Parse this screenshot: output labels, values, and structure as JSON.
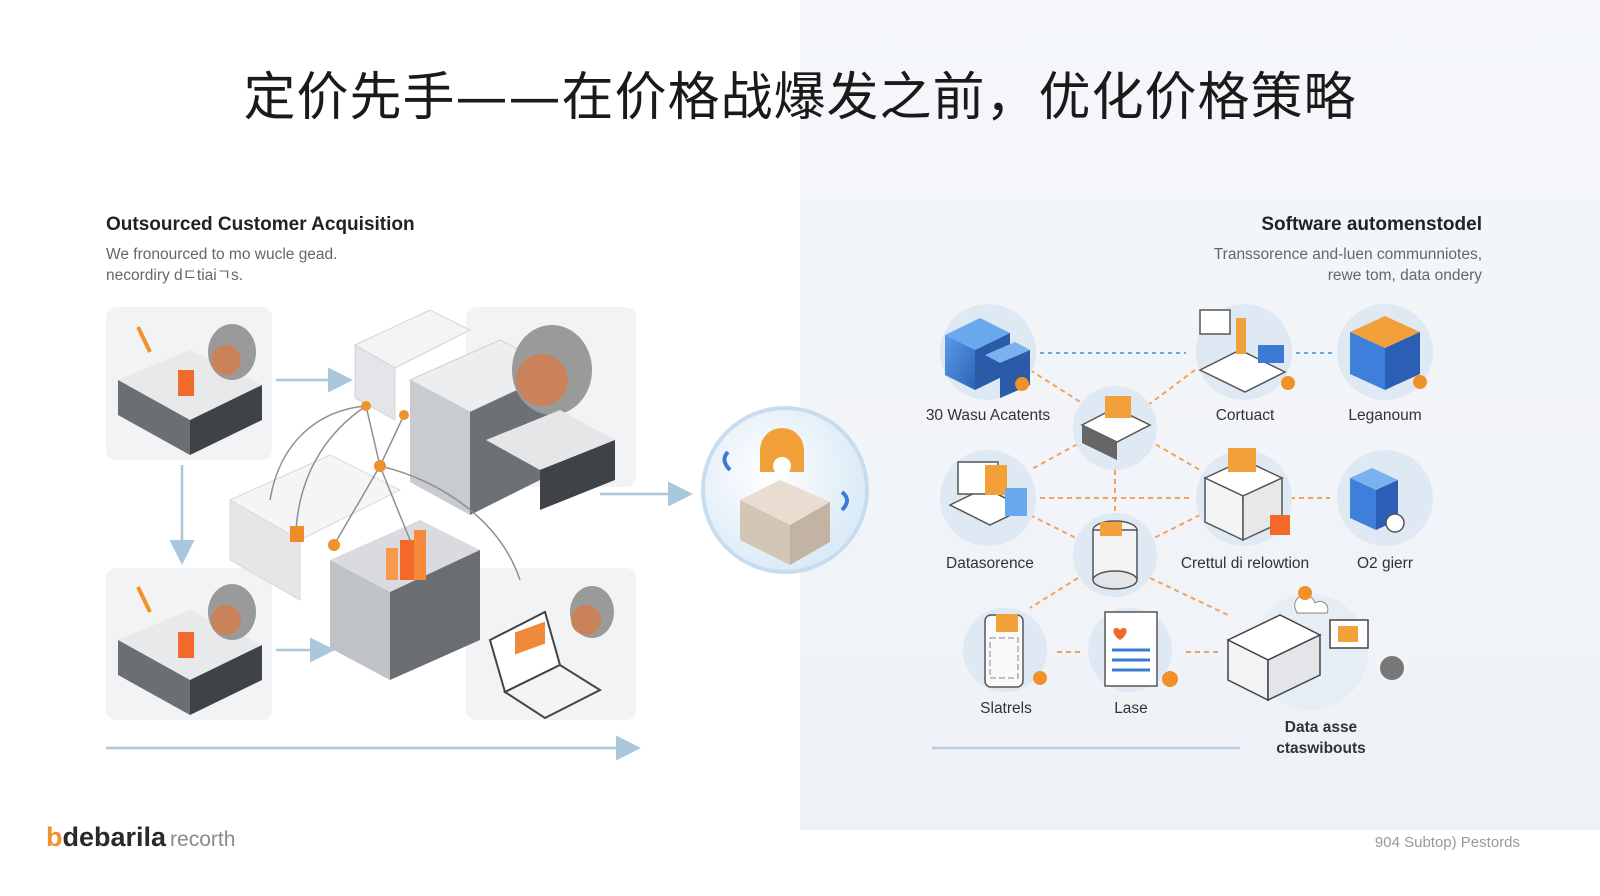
{
  "title": "定价先手——在价格战爆发之前，优化价格策略",
  "left_section": {
    "title": "Outsourced Customer Acquisition",
    "description_line1": "We fronourced to mo wucle gead.",
    "description_line2": "necordiry dㄷtiaiㄱs."
  },
  "right_section": {
    "title": "Software automenstodel",
    "description_line1": "Transsorence  and-luen communniotes,",
    "description_line2": "rewe tom, data ondery"
  },
  "nodes": {
    "wasu": "30 Wasu Acatents",
    "cortuact": "Cortuact",
    "leganoum": "Leganoum",
    "datasorence": "Datasorence",
    "cretful": "Crettul di relowtion",
    "o2gierr": "O2 gierr",
    "slatrels": "Slatrels",
    "lase": "Lase",
    "data_asse_line1": "Data asse",
    "data_asse_line2": "ctaswibouts"
  },
  "logo": {
    "mark": "b",
    "brand": "debarila",
    "sub": "recorth"
  },
  "footer": "904 Subtop) Pestords",
  "colors": {
    "accent_orange": "#f0912a",
    "accent_blue": "#3a7bd5",
    "right_bg": "#f2f5f8"
  }
}
